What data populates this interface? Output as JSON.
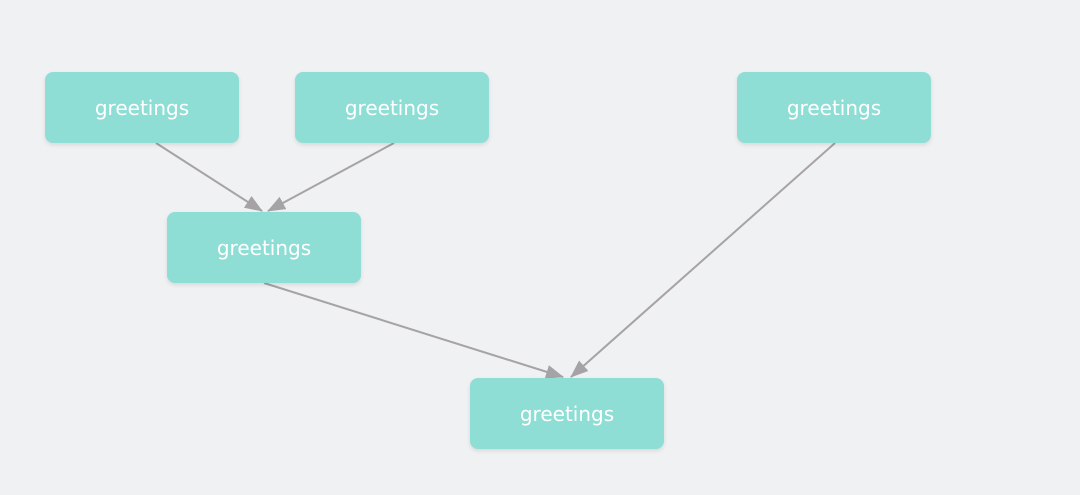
{
  "diagram": {
    "nodes": [
      {
        "id": "node-1",
        "label": "greetings"
      },
      {
        "id": "node-2",
        "label": "greetings"
      },
      {
        "id": "node-3",
        "label": "greetings"
      },
      {
        "id": "node-4",
        "label": "greetings"
      },
      {
        "id": "node-5",
        "label": "greetings"
      }
    ],
    "edges": [
      {
        "from": "node-1",
        "to": "node-4"
      },
      {
        "from": "node-2",
        "to": "node-4"
      },
      {
        "from": "node-4",
        "to": "node-5"
      },
      {
        "from": "node-3",
        "to": "node-5"
      }
    ]
  },
  "colors": {
    "background": "#f0f1f3",
    "node_fill": "#8fded5",
    "node_text": "#ffffff",
    "edge": "#a5a3a5"
  }
}
